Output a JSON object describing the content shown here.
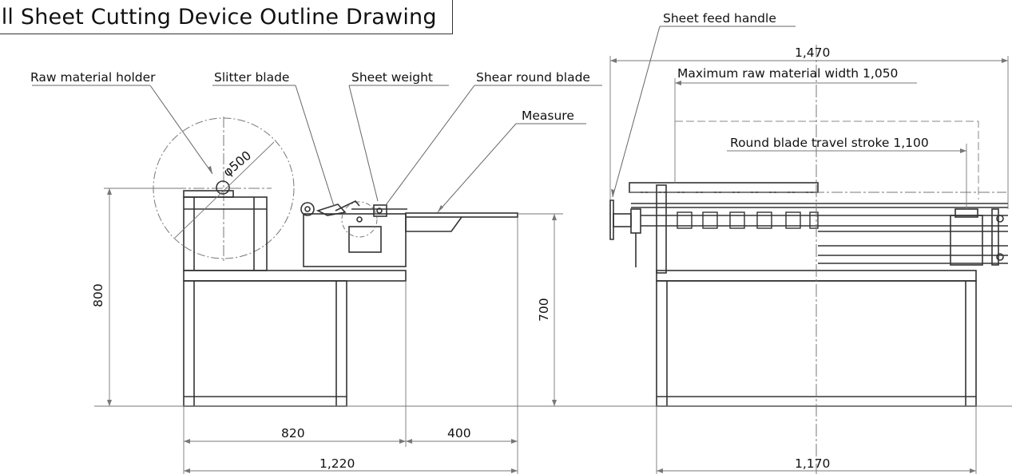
{
  "title": "oll Sheet Cutting Device Outline Drawing",
  "labels": {
    "raw_material_holder": "Raw material holder",
    "slitter_blade": "Slitter blade",
    "sheet_weight": "Sheet weight",
    "shear_round_blade": "Shear round blade",
    "measure": "Measure",
    "sheet_feed_handle": "Sheet feed handle",
    "max_raw_width": "Maximum raw material width 1,050",
    "round_blade_stroke": "Round blade travel stroke 1,100"
  },
  "dimensions": {
    "diameter": "φ500",
    "height_800": "800",
    "height_700": "700",
    "width_820": "820",
    "width_400": "400",
    "width_1220": "1,220",
    "width_1470": "1,470",
    "width_1170": "1,170"
  }
}
